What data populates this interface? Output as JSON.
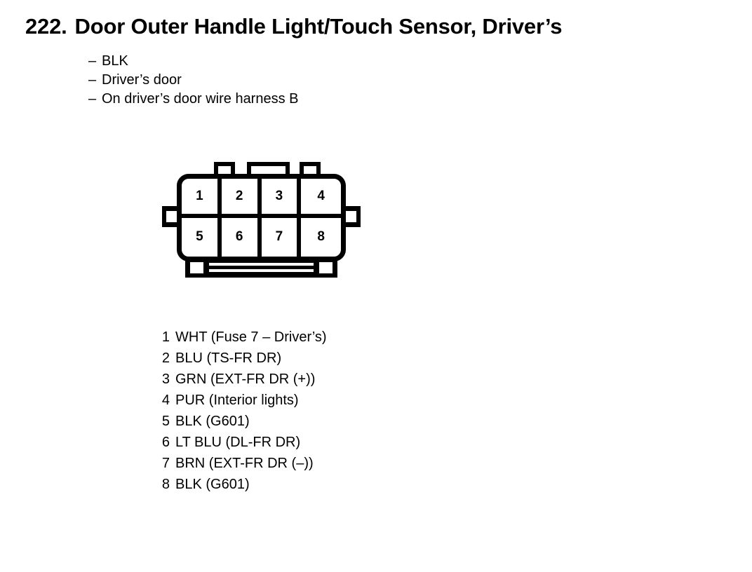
{
  "page": {
    "number": "222.",
    "title": "Door Outer Handle Light/Touch Sensor, Driver’s"
  },
  "notes": {
    "dash": "–",
    "items": [
      "BLK",
      "Driver’s door",
      "On driver’s door wire harness B"
    ]
  },
  "connector": {
    "pins": [
      "1",
      "2",
      "3",
      "4",
      "5",
      "6",
      "7",
      "8"
    ]
  },
  "legend": {
    "rows": [
      {
        "num": "1",
        "text": "WHT (Fuse 7 – Driver’s)"
      },
      {
        "num": "2",
        "text": "BLU (TS-FR DR)"
      },
      {
        "num": "3",
        "text": "GRN (EXT-FR DR (+))"
      },
      {
        "num": "4",
        "text": "PUR (Interior lights)"
      },
      {
        "num": "5",
        "text": "BLK (G601)"
      },
      {
        "num": "6",
        "text": "LT BLU (DL-FR DR)"
      },
      {
        "num": "7",
        "text": "BRN (EXT-FR DR (–))"
      },
      {
        "num": "8",
        "text": "BLK (G601)"
      }
    ]
  },
  "colors": {
    "ink": "#000000",
    "background": "#ffffff"
  }
}
